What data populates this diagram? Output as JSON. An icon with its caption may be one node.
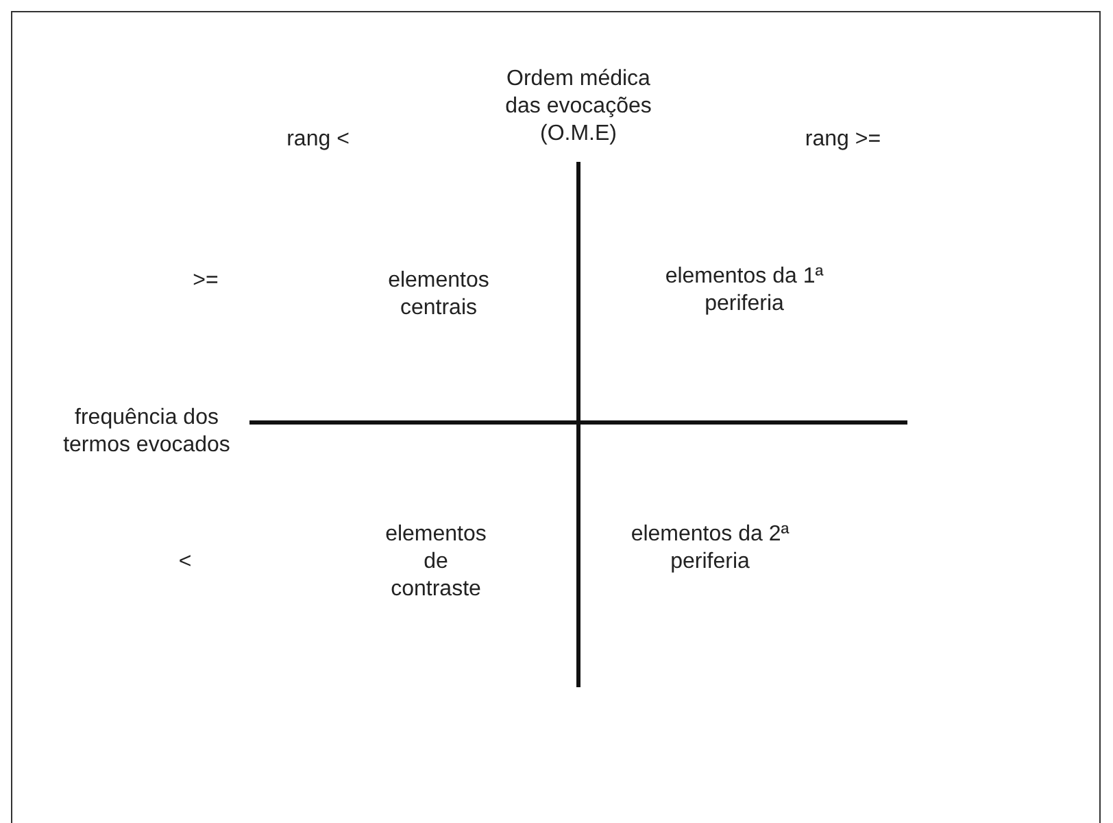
{
  "diagram": {
    "labels": [
      "Ordem médica das evocações (O.M.E)",
      "rang <",
      "rang >=",
      ">=",
      "elementos centrais",
      "elementos da 1ª periferia",
      "frequência dos termos evocados",
      "elementos de contraste",
      "elementos da 2ª periferia",
      "<"
    ]
  }
}
